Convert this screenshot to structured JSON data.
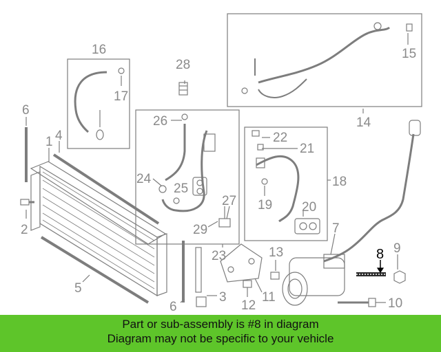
{
  "labels": {
    "l1": "1",
    "l2": "2",
    "l3": "3",
    "l4": "4",
    "l5": "5",
    "l6a": "6",
    "l6b": "6",
    "l7": "7",
    "l8": "8",
    "l9": "9",
    "l10": "10",
    "l11": "11",
    "l12": "12",
    "l13": "13",
    "l14": "14",
    "l15": "15",
    "l16": "16",
    "l17": "17",
    "l18": "18",
    "l19": "19",
    "l20": "20",
    "l21": "21",
    "l22": "22",
    "l23": "23",
    "l24": "24",
    "l25": "25",
    "l26": "26",
    "l27": "27",
    "l28": "28",
    "l29": "29"
  },
  "highlight_part": "8",
  "banner": {
    "line1": "Part or sub-assembly is #8 in diagram",
    "line2": "Diagram may not be specific to your vehicle",
    "color": "#5ec52a"
  }
}
